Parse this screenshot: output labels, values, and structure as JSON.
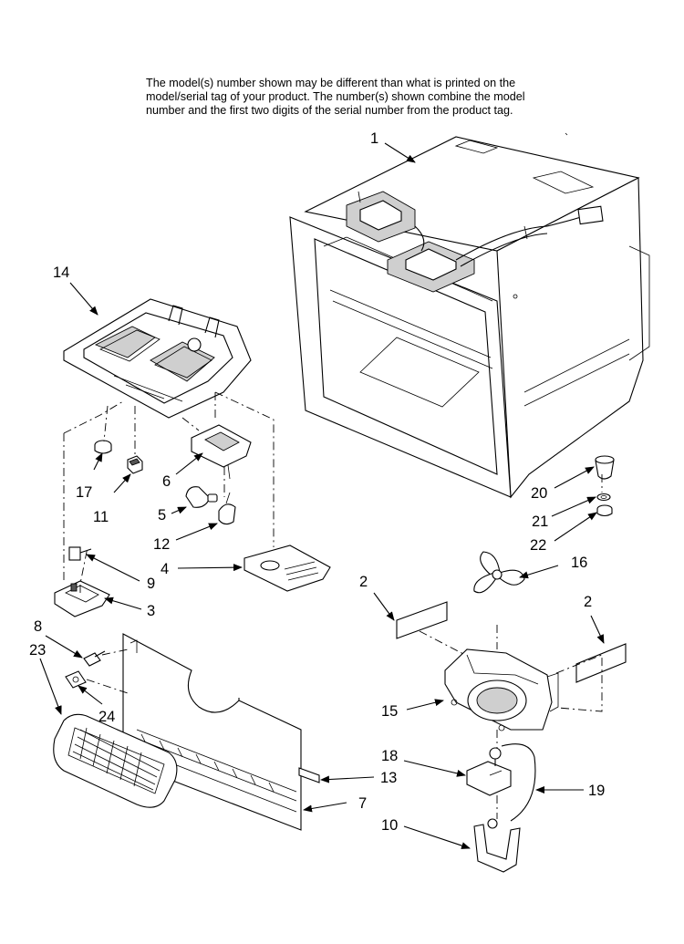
{
  "note": {
    "lines": [
      "The model(s) number shown may be different than what is printed on the",
      "model/serial tag of your product. The number(s) shown combine the model",
      "number and the first two digits of the serial number from the product tag."
    ]
  },
  "callouts": {
    "c1": "1",
    "c2a": "2",
    "c2b": "2",
    "c3": "3",
    "c4": "4",
    "c5": "5",
    "c6": "6",
    "c7": "7",
    "c8": "8",
    "c9": "9",
    "c10": "10",
    "c11": "11",
    "c12": "12",
    "c13": "13",
    "c14": "14",
    "c15": "15",
    "c16": "16",
    "c17": "17",
    "c18": "18",
    "c19": "19",
    "c20": "20",
    "c21": "21",
    "c22": "22",
    "c23": "23",
    "c24": "24"
  }
}
